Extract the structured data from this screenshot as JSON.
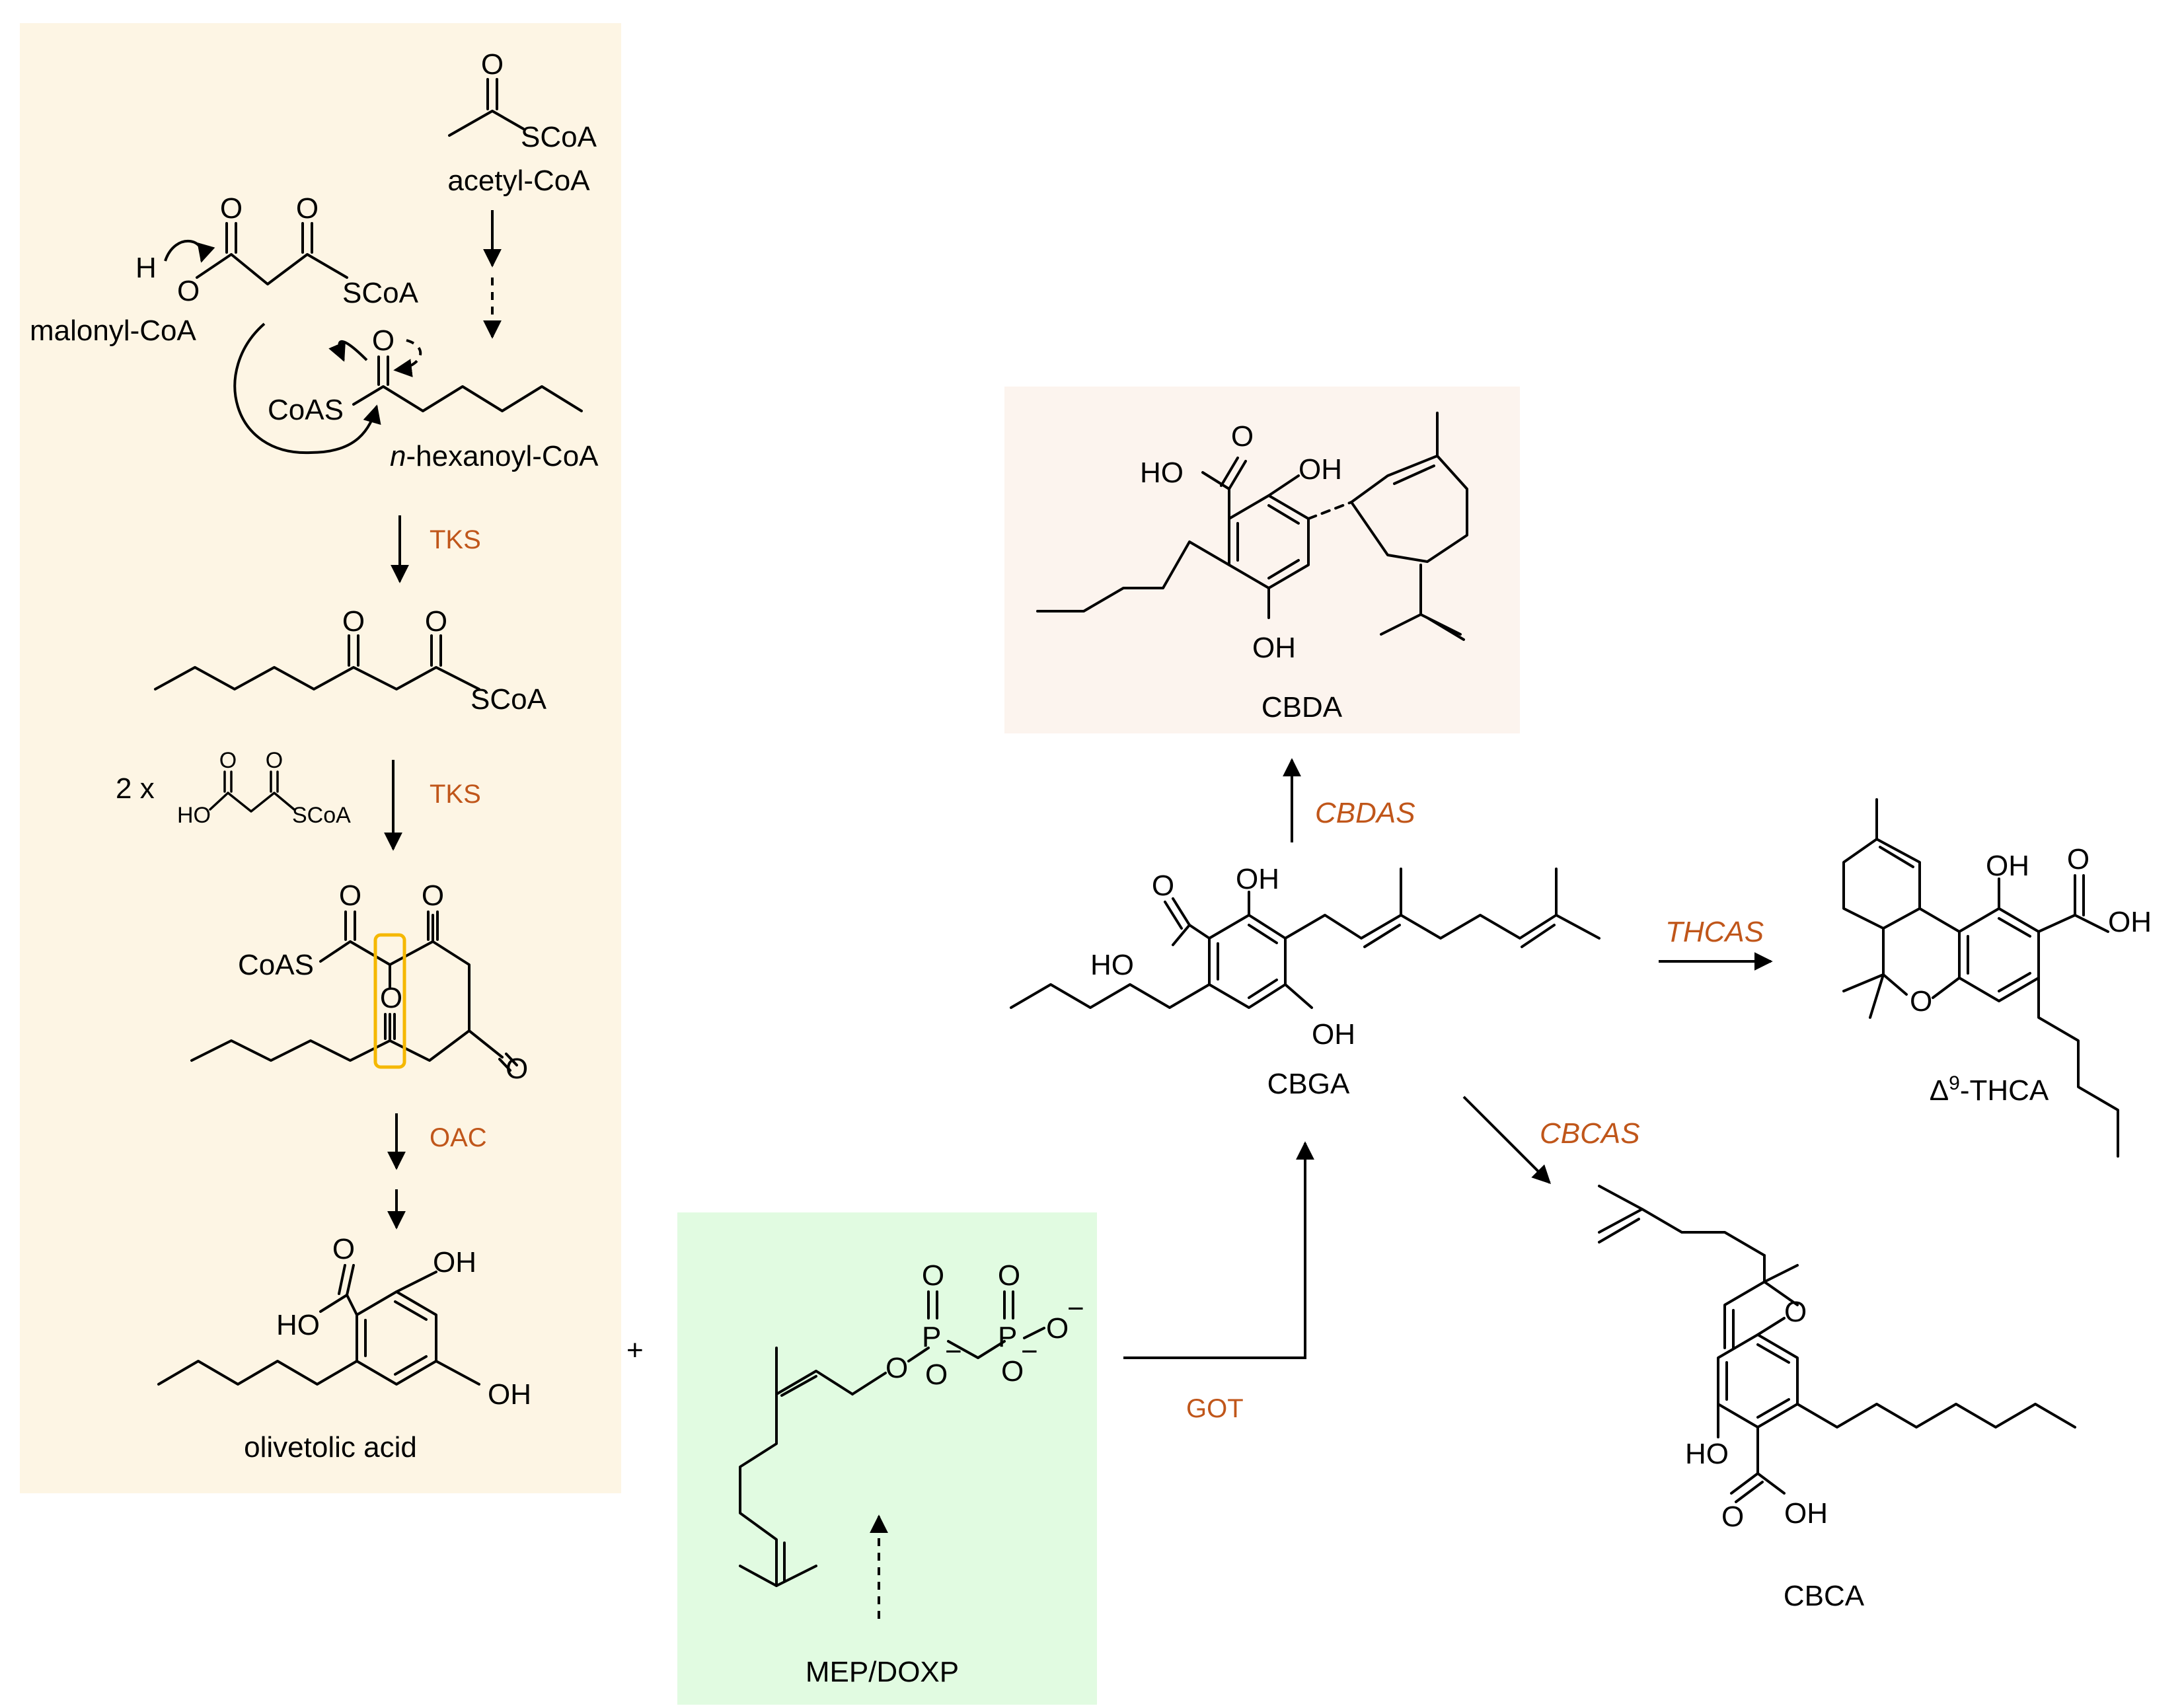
{
  "colors": {
    "polyketide_panel": "#fdf5e4",
    "gpp_panel": "#e1fbe1",
    "cbda_panel": "#fcf4ee",
    "enzyme_text": "#c0561a",
    "highlight_box": "#f5b800"
  },
  "compounds": {
    "acetyl_coa": "acetyl-CoA",
    "malonyl_coa": "malonyl-CoA",
    "hexanoyl_coa_prefix": "n",
    "hexanoyl_coa_rest": "-hexanoyl-CoA",
    "olivetolic_acid": "olivetolic acid",
    "mep": "MEP/DOXP",
    "cbga": "CBGA",
    "cbda": "CBDA",
    "thca_delta": "Δ",
    "thca_sup": "9",
    "thca_rest": "-THCA",
    "cbca": "CBCA"
  },
  "enzymes": {
    "tks_1": "TKS",
    "tks_2": "TKS",
    "oac": "OAC",
    "got": "GOT",
    "cbdas": "CBDAS",
    "thcas": "THCAS",
    "cbcas": "CBCAS"
  },
  "misc": {
    "multiplier": "2 x",
    "plus": "+"
  },
  "atoms": {
    "O": "O",
    "H": "H",
    "OH": "OH",
    "HO": "HO",
    "SCoA": "SCoA",
    "CoAS": "CoAS",
    "P": "P",
    "O_minus": "O",
    "minus": "−"
  }
}
